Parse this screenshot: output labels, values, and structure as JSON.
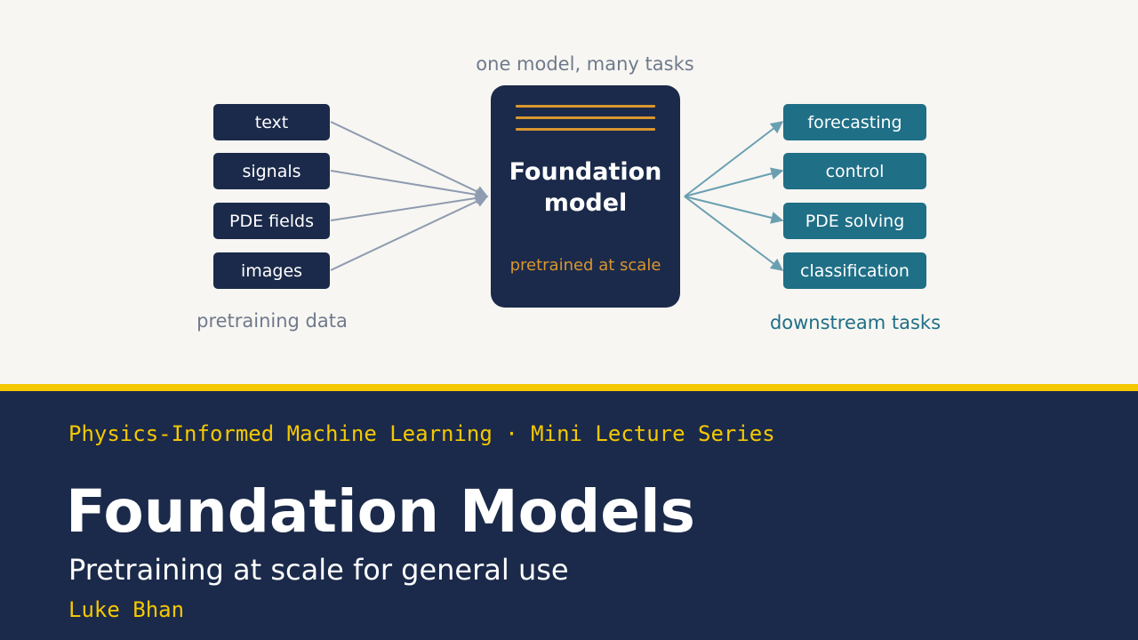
{
  "diagram": {
    "caption_top": "one model, many tasks",
    "caption_inputs": "pretraining data",
    "caption_outputs": "downstream tasks",
    "inputs": [
      "text",
      "signals",
      "PDE fields",
      "images"
    ],
    "model": {
      "title_line1": "Foundation",
      "title_line2": "model",
      "subtitle": "pretrained at scale"
    },
    "outputs": [
      "forecasting",
      "control",
      "PDE solving",
      "classification"
    ]
  },
  "banner": {
    "series": "Physics-Informed Machine Learning · Mini Lecture Series",
    "title": "Foundation Models",
    "subtitle": "Pretraining at scale for general use",
    "author": "Luke Bhan"
  },
  "colors": {
    "background": "#f7f6f2",
    "navy": "#1b2a4a",
    "teal": "#1f6f86",
    "accent_yellow": "#f5c800",
    "accent_orange": "#d9962f",
    "input_arrow": "#8f9bb0",
    "output_arrow": "#6a9fb2"
  }
}
